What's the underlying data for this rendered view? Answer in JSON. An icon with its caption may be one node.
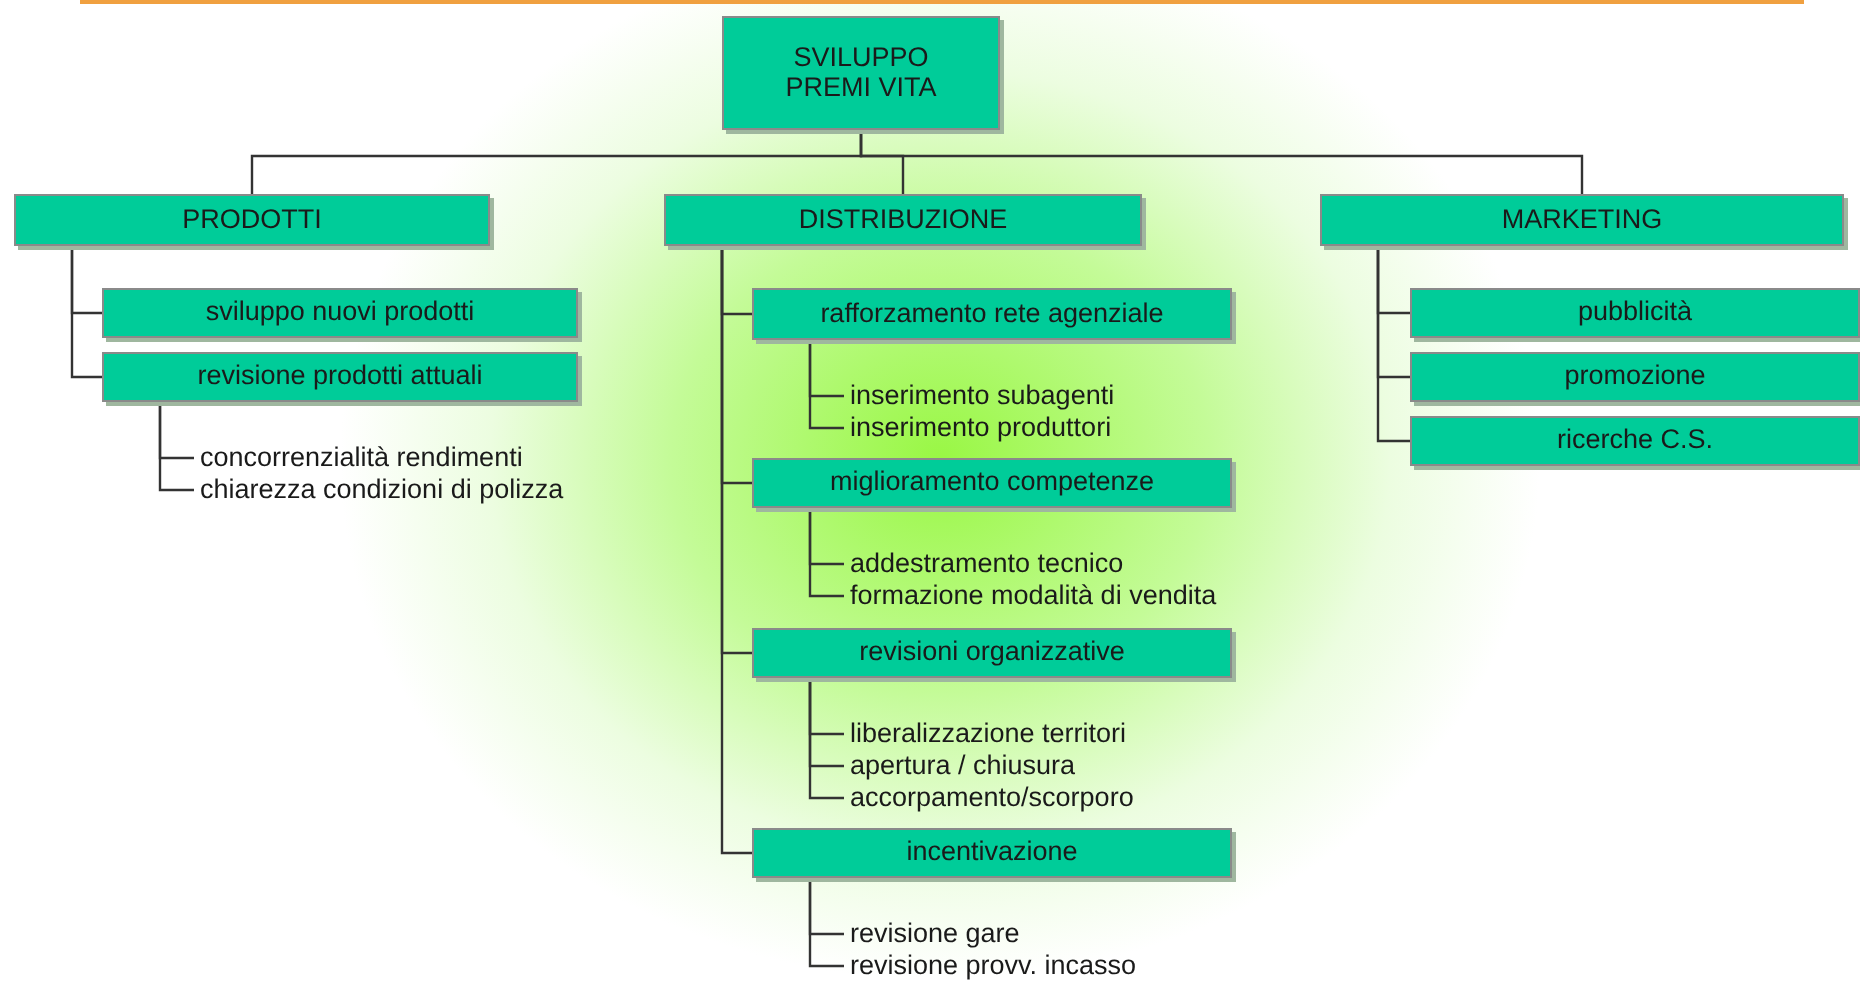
{
  "diagram": {
    "nodes": [
      {
        "text": [
          "SVILUPPO PREMI VITA"
        ]
      },
      {
        "text": [
          "PRODOTTI"
        ]
      },
      {
        "text": [
          "DISTRIBUZIONE"
        ]
      },
      {
        "text": [
          "MARKETING"
        ]
      },
      {
        "text": [
          "sviluppo nuovi prodotti"
        ]
      },
      {
        "text": [
          "revisione prodotti attuali"
        ]
      },
      {
        "text": [
          "concorrenzialità rendimenti"
        ]
      },
      {
        "text": [
          "chiarezza condizioni di polizza"
        ]
      },
      {
        "text": [
          "rafforzamento rete agenziale"
        ]
      },
      {
        "text": [
          "inserimento subagenti"
        ]
      },
      {
        "text": [
          "inserimento produttori"
        ]
      },
      {
        "text": [
          "miglioramento competenze"
        ]
      },
      {
        "text": [
          "addestramento tecnico"
        ]
      },
      {
        "text": [
          "formazione modalità di vendita"
        ]
      },
      {
        "text": [
          "revisioni organizzative"
        ]
      },
      {
        "text": [
          "liberalizzazione territori"
        ]
      },
      {
        "text": [
          "apertura / chiusura"
        ]
      },
      {
        "text": [
          "accorpamento/scorporo"
        ]
      },
      {
        "text": [
          "incentivazione"
        ]
      },
      {
        "text": [
          "revisione gare"
        ]
      },
      {
        "text": [
          "revisione provv. incasso"
        ]
      },
      {
        "text": [
          "pubblicità"
        ]
      },
      {
        "text": [
          "promozione"
        ]
      },
      {
        "text": [
          "ricerche C.S."
        ]
      }
    ],
    "edges": [
      {
        "from": 0,
        "to": 1,
        "arrow": "none"
      },
      {
        "from": 0,
        "to": 2,
        "arrow": "none"
      },
      {
        "from": 0,
        "to": 3,
        "arrow": "none"
      },
      {
        "from": 1,
        "to": 4,
        "arrow": "none"
      },
      {
        "from": 1,
        "to": 5,
        "arrow": "none"
      },
      {
        "from": 5,
        "to": 6,
        "arrow": "none"
      },
      {
        "from": 5,
        "to": 7,
        "arrow": "none"
      },
      {
        "from": 2,
        "to": 8,
        "arrow": "none"
      },
      {
        "from": 8,
        "to": 9,
        "arrow": "none"
      },
      {
        "from": 8,
        "to": 10,
        "arrow": "none"
      },
      {
        "from": 2,
        "to": 11,
        "arrow": "none"
      },
      {
        "from": 11,
        "to": 12,
        "arrow": "none"
      },
      {
        "from": 11,
        "to": 13,
        "arrow": "none"
      },
      {
        "from": 2,
        "to": 14,
        "arrow": "none"
      },
      {
        "from": 14,
        "to": 15,
        "arrow": "none"
      },
      {
        "from": 14,
        "to": 16,
        "arrow": "none"
      },
      {
        "from": 14,
        "to": 17,
        "arrow": "none"
      },
      {
        "from": 2,
        "to": 18,
        "arrow": "none"
      },
      {
        "from": 18,
        "to": 19,
        "arrow": "none"
      },
      {
        "from": 18,
        "to": 20,
        "arrow": "none"
      },
      {
        "from": 3,
        "to": 21,
        "arrow": "none"
      },
      {
        "from": 3,
        "to": 22,
        "arrow": "none"
      },
      {
        "from": 3,
        "to": 23,
        "arrow": "none"
      }
    ]
  }
}
